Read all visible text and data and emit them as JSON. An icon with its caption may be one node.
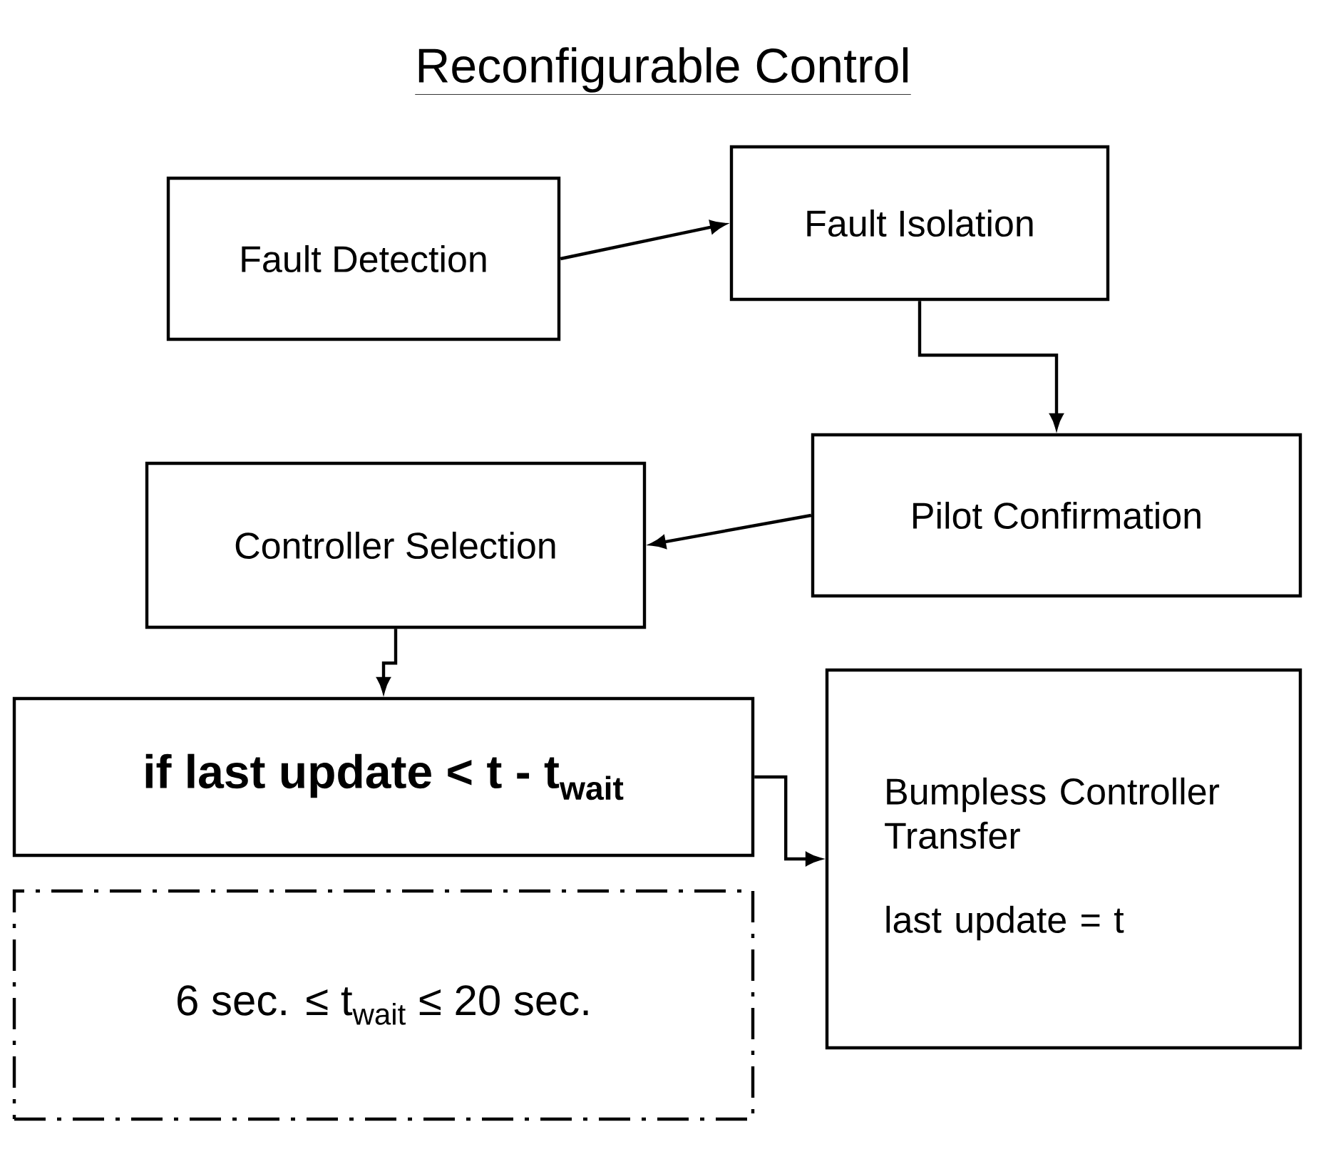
{
  "diagram": {
    "title": "Reconfigurable Control",
    "nodes": [
      {
        "text": [
          "Fault Detection"
        ]
      },
      {
        "text": [
          "Fault Isolation"
        ]
      },
      {
        "text": [
          "Pilot Confirmation"
        ]
      },
      {
        "text": [
          "Controller Selection"
        ]
      },
      {
        "text": [
          "if last update <  t - t$_{wait}$"
        ]
      },
      {
        "text": [
          "Bumpless Controller Transfer",
          "last update = t"
        ]
      },
      {
        "text": [
          "6 sec. ≤ t$_{wait}$ ≤ 20 sec."
        ]
      }
    ],
    "edges": [
      {
        "from": 0,
        "to": 1,
        "arrow": "to"
      },
      {
        "from": 1,
        "to": 2,
        "arrow": "to"
      },
      {
        "from": 2,
        "to": 3,
        "arrow": "to"
      },
      {
        "from": 3,
        "to": 4,
        "arrow": "to"
      },
      {
        "from": 4,
        "to": 5,
        "arrow": "to"
      }
    ]
  }
}
